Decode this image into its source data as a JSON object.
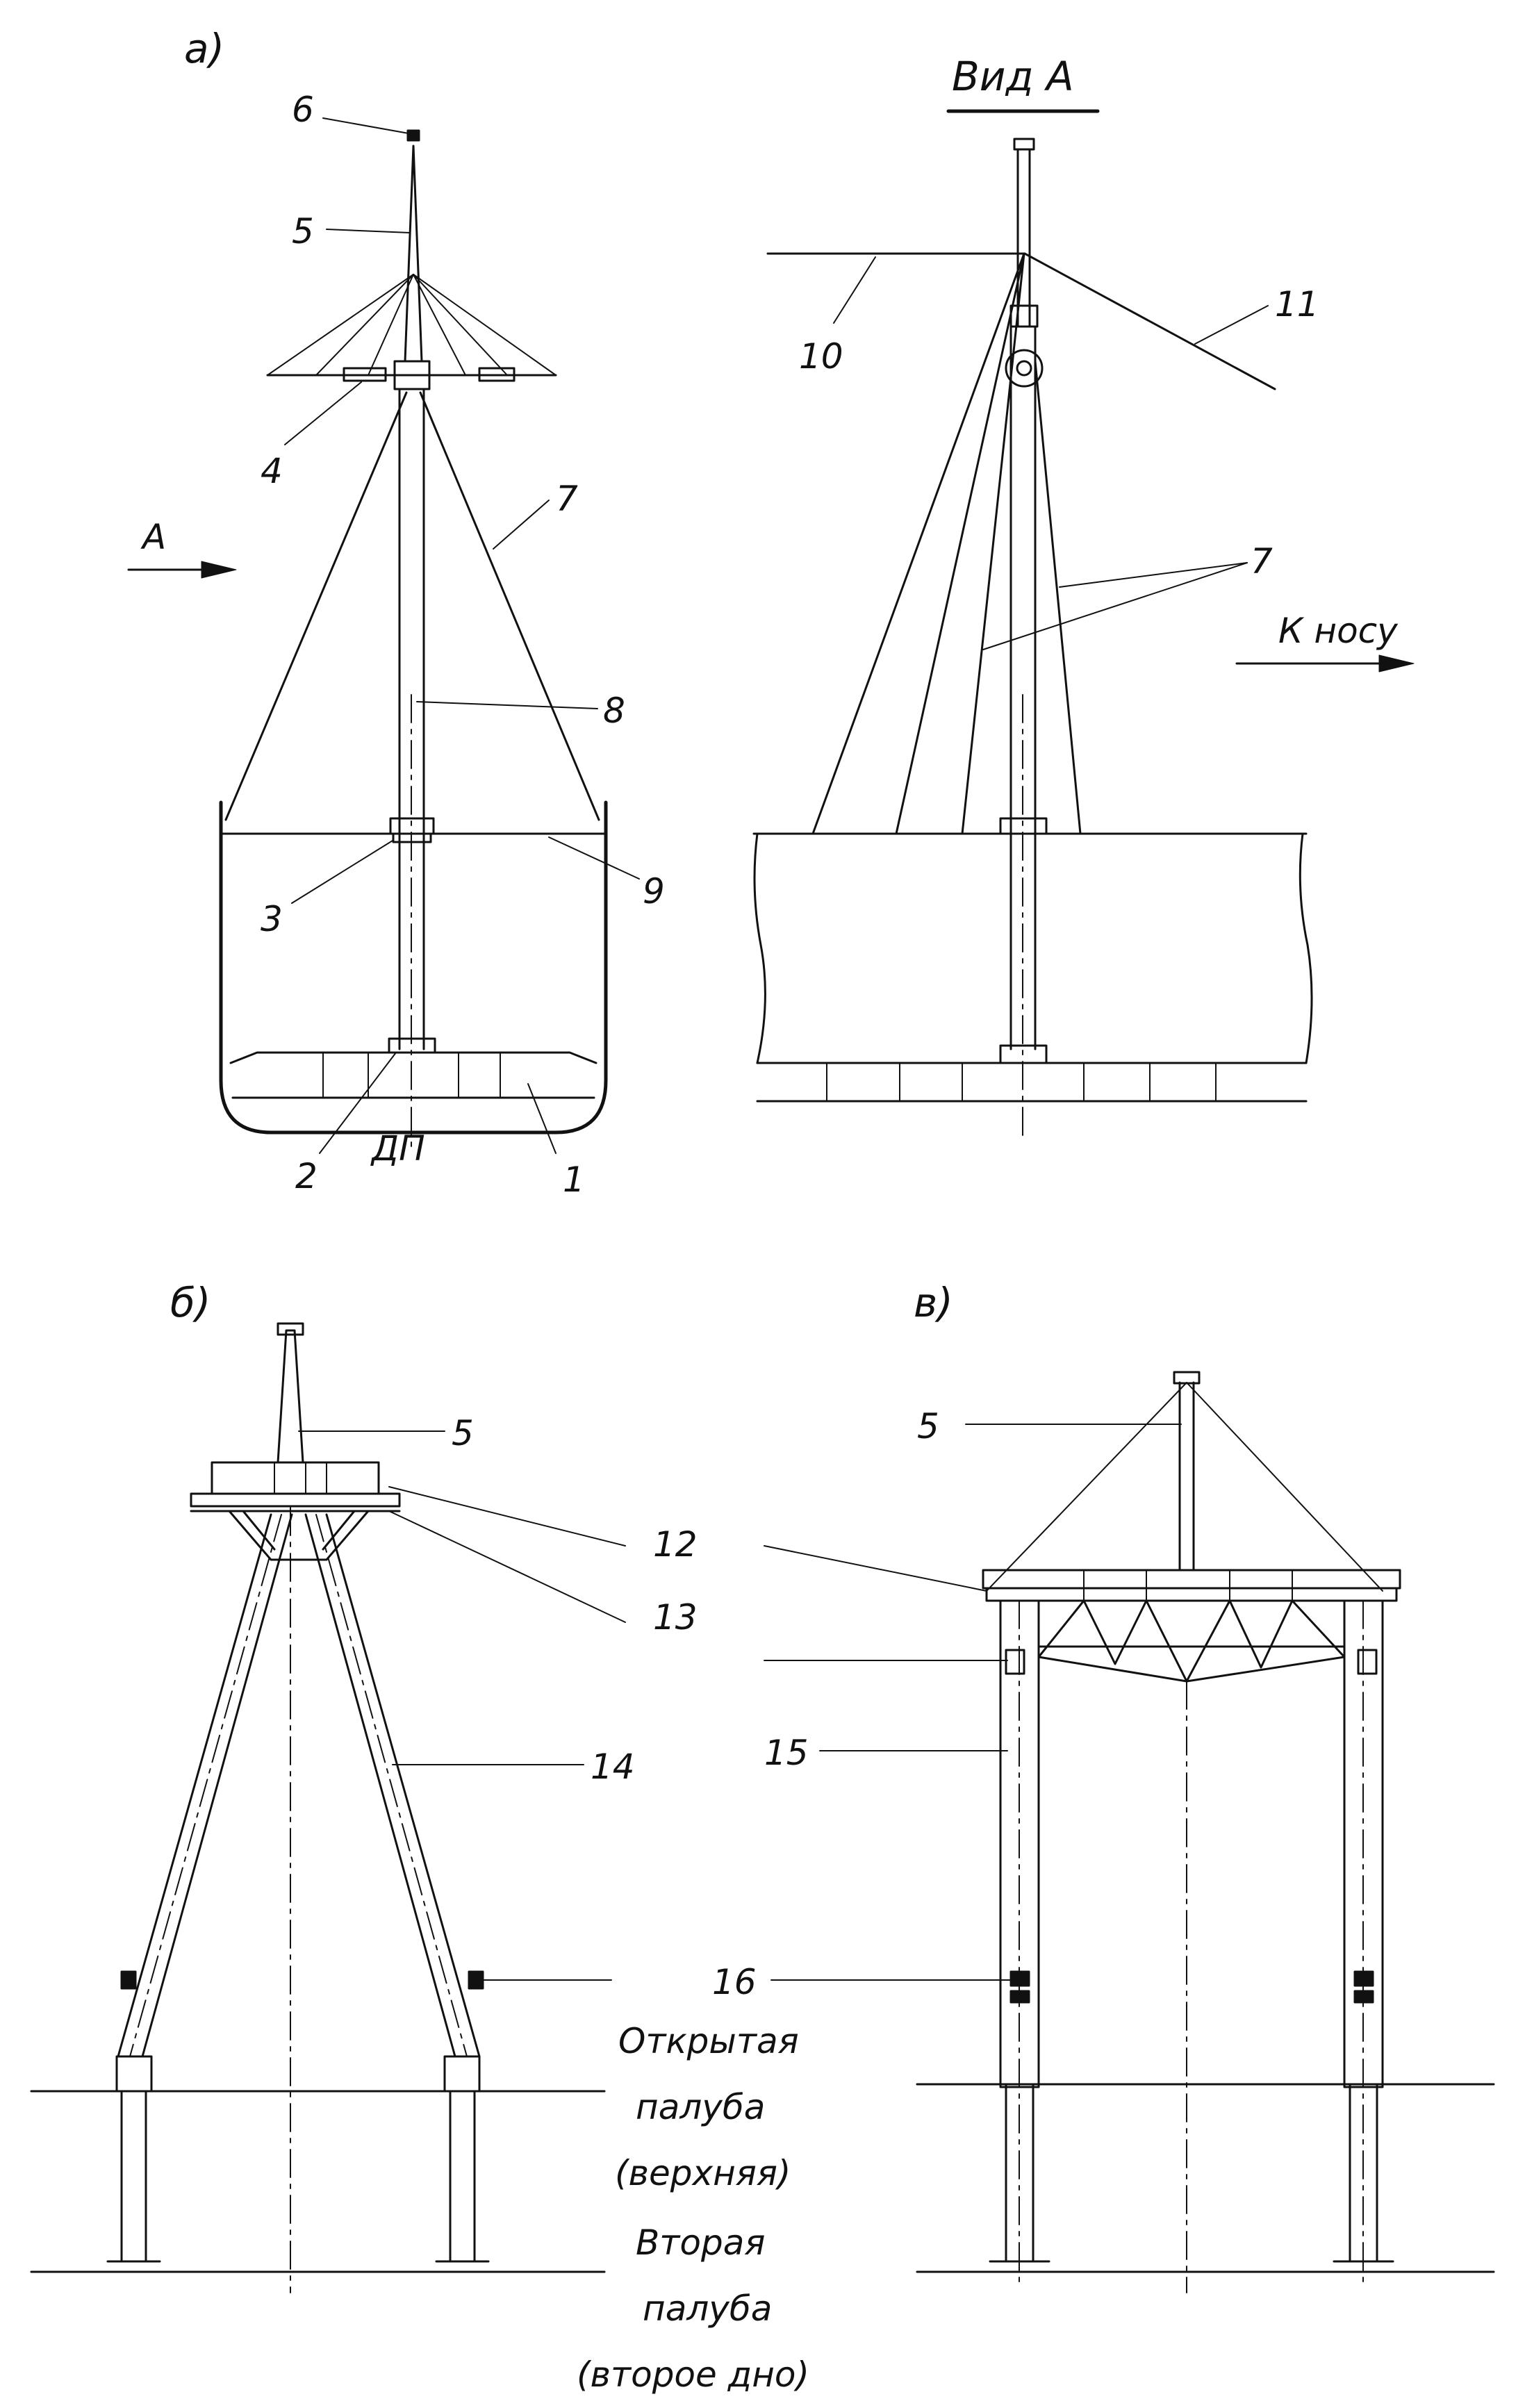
{
  "views": {
    "a": "а)",
    "b": "б)",
    "v": "в)",
    "view_a_title": "Вид А",
    "arrow_a": "А",
    "to_bow": "К носу",
    "centerline": "ДП"
  },
  "callouts": {
    "n1": "1",
    "n2": "2",
    "n3": "3",
    "n4": "4",
    "n5": "5",
    "n6": "6",
    "n7": "7",
    "n8": "8",
    "n9": "9",
    "n10": "10",
    "n11": "11",
    "n12": "12",
    "n13": "13",
    "n14": "14",
    "n15": "15",
    "n16": "16"
  },
  "decks": {
    "open_1": "Открытая",
    "open_2": "палуба",
    "open_3": "(верхняя)",
    "second_1": "Вторая",
    "second_2": "палуба",
    "second_3": "(второе дно)"
  }
}
